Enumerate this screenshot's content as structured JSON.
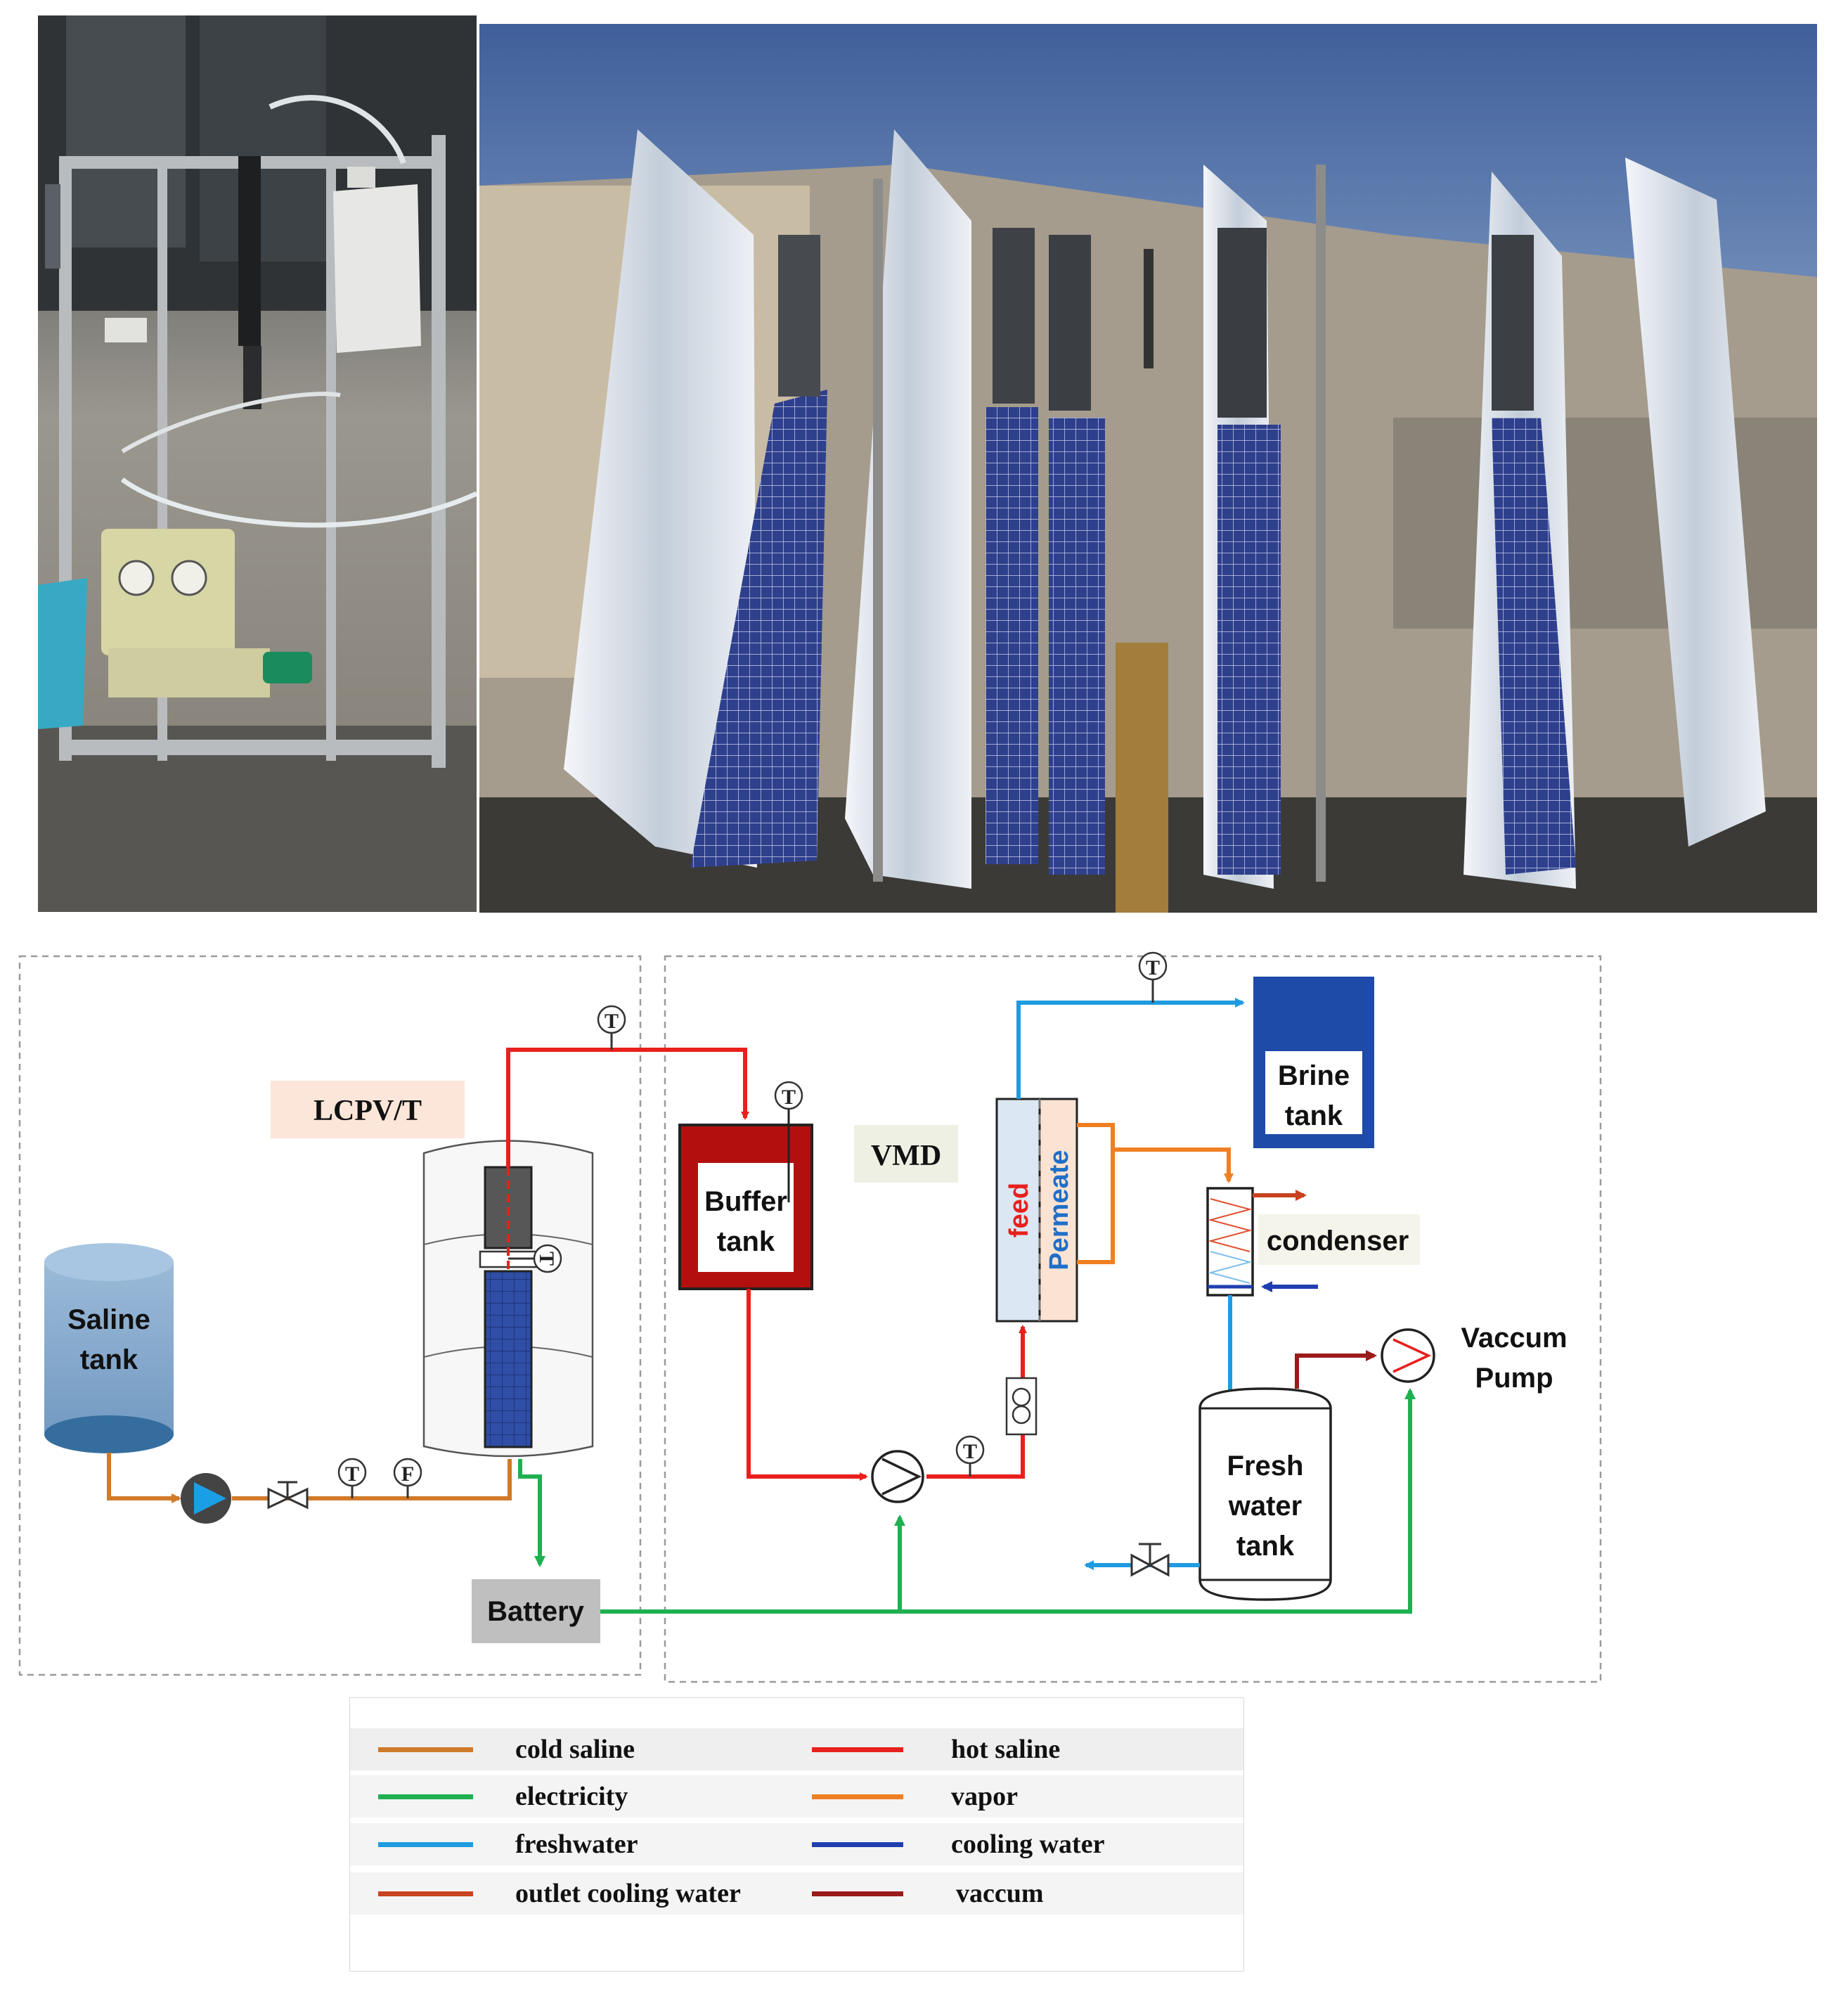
{
  "photos": {
    "left": {
      "name": "indoor-vmd-test-rig-photo"
    },
    "right": {
      "name": "rooftop-lcpvt-collector-photo"
    }
  },
  "diagram": {
    "lcpvt_label": "LCPV/T",
    "vmd_label": "VMD",
    "saline_tank": [
      "Saline",
      "tank"
    ],
    "buffer_tank": [
      "Buffer",
      "tank"
    ],
    "brine_tank": [
      "Brine",
      "tank"
    ],
    "fresh_water_tank": [
      "Fresh",
      "water",
      "tank"
    ],
    "battery": "Battery",
    "condenser": "condenser",
    "vacuum_pump": [
      "Vaccum",
      "Pump"
    ],
    "membrane_feed": "feed",
    "membrane_permeate": "Permeate",
    "sensor_T": "T",
    "sensor_F": "F"
  },
  "legend": {
    "items": [
      {
        "label": "cold saline",
        "color": "#d07a2a"
      },
      {
        "label": "hot saline",
        "color": "#e8201c"
      },
      {
        "label": "electricity",
        "color": "#1fb050"
      },
      {
        "label": "vapor",
        "color": "#f07f22"
      },
      {
        "label": "freshwater",
        "color": "#1f9be0"
      },
      {
        "label": "cooling water",
        "color": "#1f3fb0"
      },
      {
        "label": "outlet cooling water",
        "color": "#c8421f"
      },
      {
        "label": "vaccum",
        "color": "#9b1a1a"
      }
    ]
  },
  "colors": {
    "cold_saline": "#d07a2a",
    "hot_saline": "#e8201c",
    "electricity": "#1fb050",
    "vapor": "#f07f22",
    "freshwater": "#1f9be0",
    "cooling_water": "#1f3fb0",
    "outlet_cooling_water": "#c8421f",
    "vacuum": "#9b1a1a",
    "buffer_tank": "#b40f0f",
    "brine_tank": "#1e4aa8",
    "saline_tank": "#7da4c9",
    "battery": "#bfbfbf"
  }
}
